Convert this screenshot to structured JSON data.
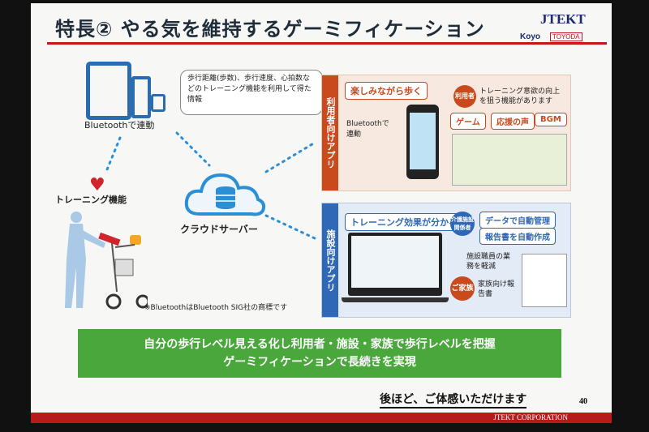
{
  "title": "特長② やる気を維持するゲーミフィケーション",
  "logos": {
    "jtekt": "JTEKT",
    "koyo": "Koyo",
    "toyoda": "TOYODA"
  },
  "left": {
    "note": "歩行距離(歩数)、歩行速度、心拍数などのトレーニング機能を利用して得た情報",
    "bluetooth_label": "Bluetoothで連動",
    "training_label": "トレーニング機能",
    "cloud_label": "クラウドサーバー",
    "trademark": "※BluetoothはBluetooth SIG社の商標です"
  },
  "user_app": {
    "side": "利用者向けアプリ",
    "enjoy": "楽しみながら歩く",
    "bt_label": "Bluetoothで連動",
    "role": "利用者",
    "desc": "トレーニング意欲の向上を狙う機能があります",
    "tags": [
      "ゲーム",
      "応援の声",
      "BGM"
    ]
  },
  "facility_app": {
    "side": "施設向けアプリ",
    "effect": "トレーニング効果が分かる",
    "role1": "介護施設関係者",
    "pill1": "データで自動管理",
    "pill2": "報告書を自動作成",
    "reduce": "施設職員の業務を軽減",
    "role2": "ご家族",
    "report": "家族向け報告書"
  },
  "banner": {
    "line1": "自分の歩行レベル見える化し利用者・施設・家族で歩行レベルを把握",
    "line2": "ゲーミフィケーションで長続きを実現"
  },
  "closing": "後ほど、ご体感いただけます",
  "page_number": "40",
  "footer": "JTEKT CORPORATION"
}
